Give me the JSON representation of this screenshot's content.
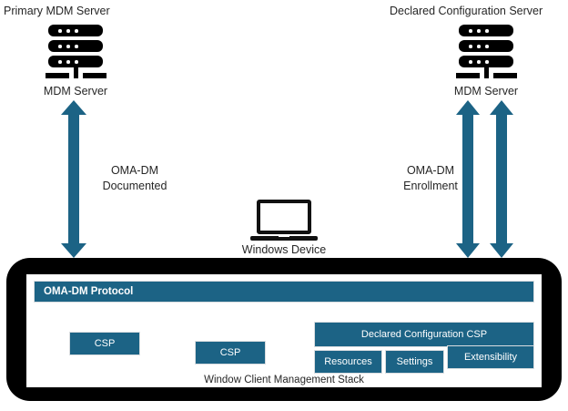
{
  "diagram": {
    "title_left": "Primary MDM Server",
    "title_right": "Declared Configuration Server",
    "server_left_label": "MDM Server",
    "server_right_label": "MDM Server",
    "device_label": "Windows  Device",
    "flow_left_line1": "OMA-DM",
    "flow_left_line2": "Documented",
    "flow_right_line1": "OMA-DM",
    "flow_right_line2": "Enrollment",
    "colors": {
      "accent_teal": "#1c6385",
      "arrow_teal": "#1c6385",
      "shell_black": "#000000",
      "text": "#262626"
    }
  },
  "stack": {
    "protocol_header": "OMA-DM Protocol",
    "csp_left": "CSP",
    "csp_middle": "CSP",
    "declared_configuration_csp": "Declared Configuration CSP",
    "sub_boxes": [
      "Resources",
      "Settings",
      "Extensibility"
    ],
    "caption": "Window Client Management Stack"
  },
  "icons": {
    "server": "server-rack-icon",
    "laptop": "laptop-icon",
    "arrow": "double-headed-arrow-icon"
  }
}
